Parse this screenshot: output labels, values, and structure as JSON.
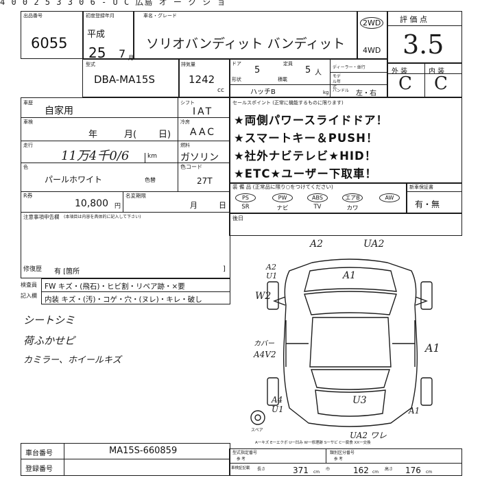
{
  "top_strip": {
    "text": "4 0 0 2 5 3 3 0 6 -      U C 広島   オ ー ク シ ョ"
  },
  "lot": {
    "label": "出品番号",
    "number": "6055"
  },
  "registration": {
    "label": "初度登録年月",
    "era": "平成",
    "year": "25",
    "month": "7",
    "month_suffix": "月"
  },
  "car_name": {
    "label": "車名・グレード",
    "value": "ソリオバンディット   バンディット"
  },
  "drive": {
    "two_wd": "2WD",
    "four_wd": "4WD"
  },
  "score": {
    "label": "評 価 点",
    "value": "3.5"
  },
  "grades": {
    "exterior_label": "外 装",
    "interior_label": "内 装",
    "exterior": "C",
    "interior": "C"
  },
  "model_code": {
    "label": "型式",
    "value": "DBA-MA15S"
  },
  "displacement": {
    "label": "排気量",
    "value": "1242",
    "unit": "cc"
  },
  "doors": {
    "label": "ドア",
    "value": "5"
  },
  "seating": {
    "label": "定員",
    "value": "5",
    "unit": "人"
  },
  "dealer": {
    "label": "ディーラー・並行"
  },
  "model_year": {
    "label": "モデル年式"
  },
  "body_type": {
    "label": "形状",
    "value": "ハッチB"
  },
  "load": {
    "label": "積載",
    "unit": "kg"
  },
  "handle": {
    "label": "ハンドル",
    "value": "左・右"
  },
  "usage": {
    "label": "車歴",
    "value": "自家用"
  },
  "shift": {
    "label": "シフト",
    "value": "IAT"
  },
  "inspection": {
    "label": "車検",
    "year_label": "年",
    "month_label": "月(",
    "day_label": "日)"
  },
  "aircon": {
    "label": "冷房",
    "value": "AAC"
  },
  "mileage": {
    "label": "走行",
    "value": "11万4千0/6",
    "unit": "km"
  },
  "fuel": {
    "label": "燃料",
    "value": "ガソリン"
  },
  "color": {
    "label": "色",
    "value": "パールホワイト",
    "change_label": "色替"
  },
  "color_code": {
    "label": "色コード",
    "value": "27T"
  },
  "recycle": {
    "label": "R券",
    "value": "10,800",
    "unit": "円"
  },
  "name_change": {
    "label": "名変期限",
    "month_label": "月",
    "day_label": "日"
  },
  "sales_points": {
    "label": "セールスポイント (正常に機能するものに限ります)",
    "items": [
      "★両側パワースライドドア！",
      "★スマートキー＆PUSH！",
      "★社外ナビテレビ★HID！",
      "★ETC★ユーザー下取車！"
    ]
  },
  "equipment": {
    "label": "装 備 品 (正常品に限り○をつけてください)",
    "options": [
      {
        "code": "PS",
        "name": "SR"
      },
      {
        "code": "PW",
        "name": "ナビ"
      },
      {
        "code": "ABS",
        "name": "TV"
      },
      {
        "code": "エアB",
        "name": "カワ"
      },
      {
        "code": "AW",
        "name": ""
      }
    ]
  },
  "new_car_warranty": {
    "label": "新車保証書",
    "value": "有・無"
  },
  "notes": {
    "label": "注意事項申告欄",
    "subtext": "(本項目は内容を具体的に記入して下さい)"
  },
  "repair_history": {
    "label": "修復歴",
    "value": "有 [箇所",
    "bracket_close": "]"
  },
  "aftermarket": {
    "label": "後日"
  },
  "checklist": {
    "label1": "検査員",
    "label2": "記入欄",
    "row1": "FW  キズ・(飛石)・ヒビ割・リペア跡・×要",
    "row2": "内装  キズ・(汚)・コゲ・穴・(ヌレ)・キレ・破し"
  },
  "handwritten_notes": [
    "シートシミ",
    "荷ふかせピ",
    "カミラー、ホイールキズ"
  ],
  "damage_marks": {
    "top_left": "A2",
    "top_right": "UA2",
    "hood": "A1",
    "left_front": "A2 U1",
    "left_front_2": "W2",
    "left_side": "カバー",
    "left_side_2": "A4V2",
    "right_side": "A1",
    "left_rear": "A4 U1",
    "rear_center": "U3",
    "right_rear": "A1",
    "rear_bottom": "UA2 ワレ"
  },
  "diagram": {
    "label": "スペア"
  },
  "legend": "A一キズ E一エクボ U一凹み W一修理跡 S一サビ C一腐食 XX一交換",
  "chassis": {
    "label": "車台番号",
    "value": "MA15S-660859"
  },
  "registration_no": {
    "label": "登録番号"
  },
  "type_designation": {
    "label": "型式指定番号",
    "sub": "参 考"
  },
  "category_no": {
    "label": "類別区分番号",
    "sub": "参 考"
  },
  "dimensions": {
    "label": "車検証記載",
    "length_label": "長さ",
    "length": "371",
    "width_label": "巾",
    "width": "162",
    "height_label": "高さ",
    "height": "176",
    "unit": "cm"
  }
}
